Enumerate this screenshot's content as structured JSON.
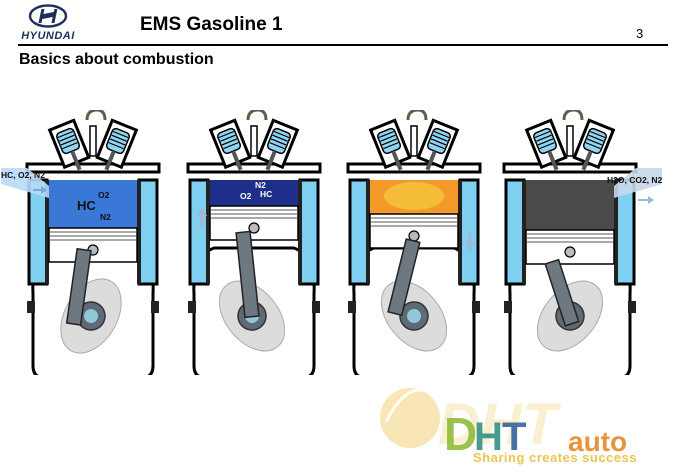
{
  "brand": {
    "name": "HYUNDAI"
  },
  "header": {
    "title": "EMS Gasoline 1",
    "page_number": "3"
  },
  "subtitle": "Basics about combustion",
  "strokes": [
    {
      "id": "intake",
      "labels": [
        "HC",
        "O2",
        "N2"
      ],
      "side_label": "HC, O2,  N2",
      "arrow": "down",
      "chamber_color": "#3a78d8"
    },
    {
      "id": "compression",
      "labels": [
        "N2",
        "O2",
        "HC"
      ],
      "arrow": "up",
      "chamber_color": "#1e2f8a"
    },
    {
      "id": "combustion",
      "labels": [],
      "arrow": "down",
      "chamber_color": "#f39a2a"
    },
    {
      "id": "exhaust",
      "labels": [],
      "side_label": "H2O, CO2, N2",
      "arrow": "up",
      "chamber_color": "#4a4a4a"
    }
  ],
  "watermark": {
    "text": "DHT auto",
    "tagline": "Sharing creates success"
  }
}
